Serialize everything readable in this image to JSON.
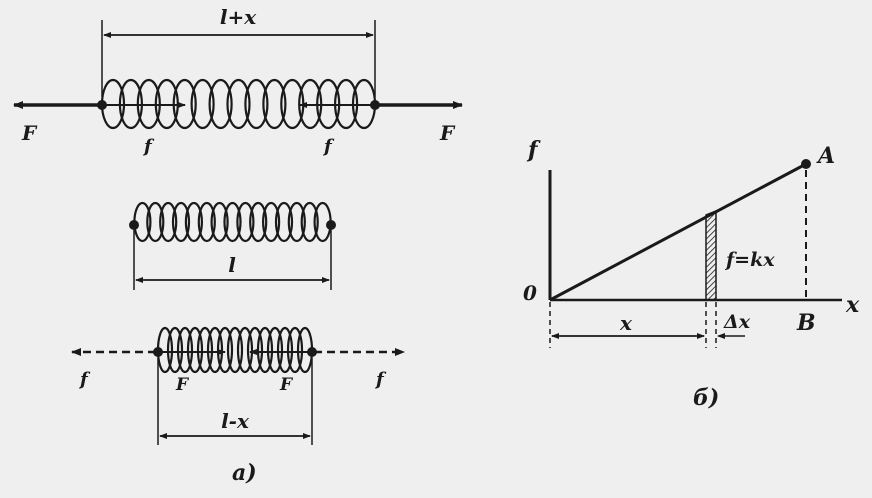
{
  "panel_a": {
    "stretched": {
      "length_label": "l+x",
      "outer_force_left": "F",
      "outer_force_right": "F",
      "inner_force_left": "f",
      "inner_force_right": "f"
    },
    "relaxed": {
      "length_label": "l"
    },
    "compressed": {
      "length_label": "l-x",
      "outer_force_left": "f",
      "outer_force_right": "f",
      "inner_force_left": "F",
      "inner_force_right": "F"
    },
    "caption": "a)"
  },
  "panel_b": {
    "y_axis_label": "f",
    "x_axis_label": "x",
    "origin_label": "0",
    "point_a_label": "A",
    "point_b_label": "B",
    "line_label": "f=kx",
    "x_segment_label": "x",
    "dx_label": "Δx",
    "caption": "б)"
  }
}
